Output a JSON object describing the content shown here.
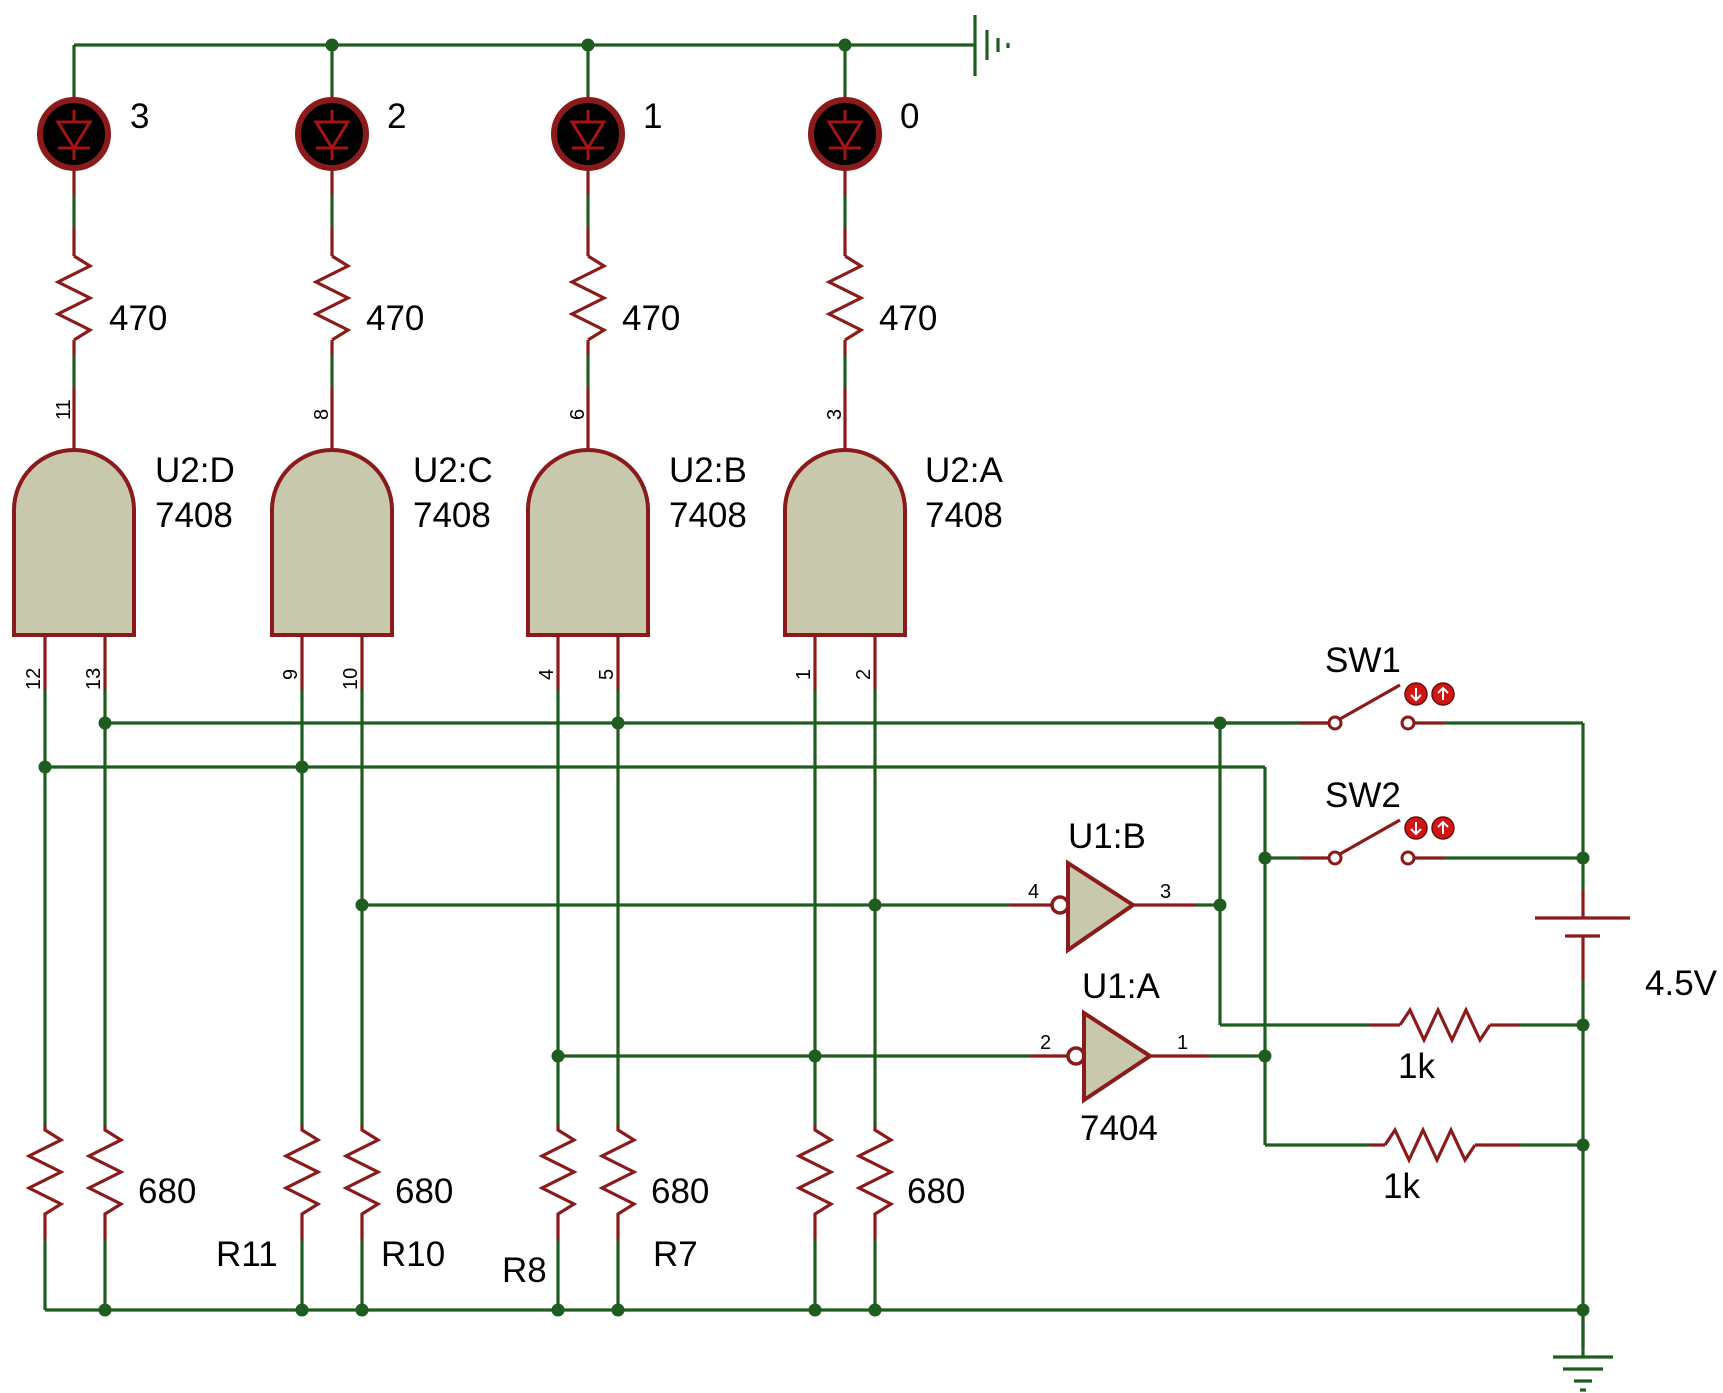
{
  "leds": [
    {
      "label": "3"
    },
    {
      "label": "2"
    },
    {
      "label": "1"
    },
    {
      "label": "0"
    }
  ],
  "led_resistors": [
    {
      "value": "470"
    },
    {
      "value": "470"
    },
    {
      "value": "470"
    },
    {
      "value": "470"
    }
  ],
  "and_gates": [
    {
      "ref": "U2:D",
      "part": "7408",
      "out_pin": "11",
      "in_pins": [
        "12",
        "13"
      ]
    },
    {
      "ref": "U2:C",
      "part": "7408",
      "out_pin": "8",
      "in_pins": [
        "9",
        "10"
      ]
    },
    {
      "ref": "U2:B",
      "part": "7408",
      "out_pin": "6",
      "in_pins": [
        "4",
        "5"
      ]
    },
    {
      "ref": "U2:A",
      "part": "7408",
      "out_pin": "3",
      "in_pins": [
        "1",
        "2"
      ]
    }
  ],
  "pulldown_resistors": [
    {
      "value": "680",
      "ref": "R11"
    },
    {
      "value": "680",
      "ref": "R10"
    },
    {
      "value": "680",
      "ref": "R8"
    },
    {
      "value": "680",
      "ref": "R7"
    }
  ],
  "inverters": [
    {
      "ref": "U1:B",
      "in_pin": "4",
      "out_pin": "3"
    },
    {
      "ref": "U1:A",
      "part": "7404",
      "in_pin": "2",
      "out_pin": "1"
    }
  ],
  "switches": [
    {
      "ref": "SW1"
    },
    {
      "ref": "SW2"
    }
  ],
  "switch_resistors": [
    {
      "value": "1k"
    },
    {
      "value": "1k"
    }
  ],
  "battery": {
    "value": "4.5V"
  },
  "colors": {
    "wire": "#1f5c1f",
    "component": "#8b1a1a",
    "gate_fill": "#c8c8ad",
    "led": "#000000"
  }
}
